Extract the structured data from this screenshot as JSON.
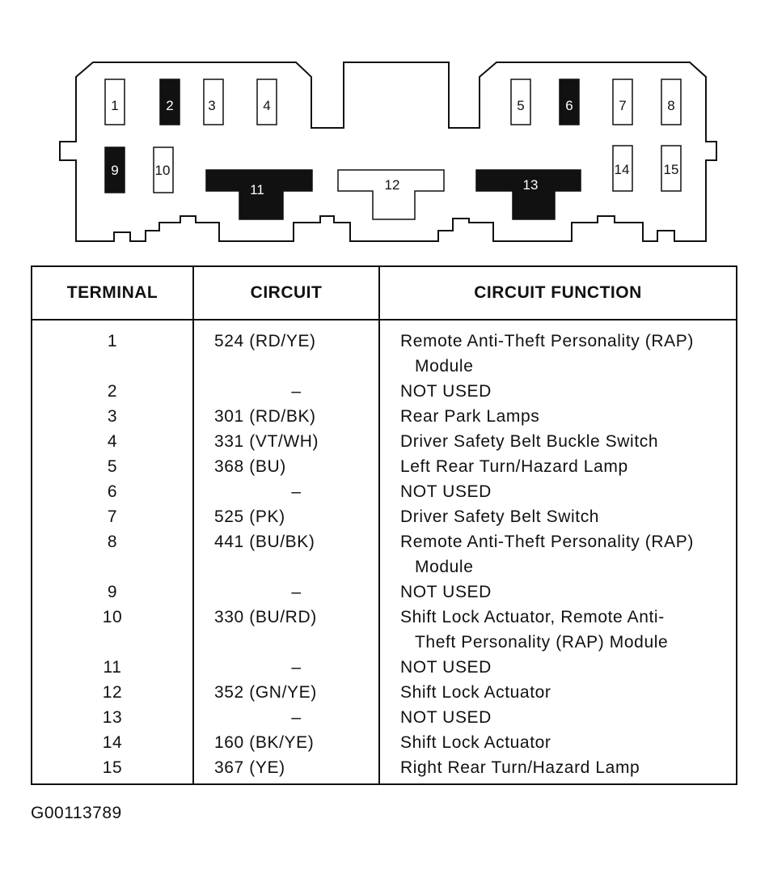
{
  "connector": {
    "pins": [
      {
        "label": "1",
        "filled": false
      },
      {
        "label": "2",
        "filled": true
      },
      {
        "label": "3",
        "filled": false
      },
      {
        "label": "4",
        "filled": false
      },
      {
        "label": "5",
        "filled": false
      },
      {
        "label": "6",
        "filled": true
      },
      {
        "label": "7",
        "filled": false
      },
      {
        "label": "8",
        "filled": false
      },
      {
        "label": "9",
        "filled": true
      },
      {
        "label": "10",
        "filled": false
      },
      {
        "label": "11",
        "filled": true
      },
      {
        "label": "12",
        "filled": false
      },
      {
        "label": "13",
        "filled": true
      },
      {
        "label": "14",
        "filled": false
      },
      {
        "label": "15",
        "filled": false
      }
    ]
  },
  "table": {
    "headers": {
      "terminal": "TERMINAL",
      "circuit": "CIRCUIT",
      "function": "CIRCUIT FUNCTION"
    },
    "rows": [
      {
        "terminal": "1",
        "circuit": "524 (RD/YE)",
        "function": "Remote Anti-Theft Personality (RAP)",
        "function_cont": "Module"
      },
      {
        "terminal": "2",
        "circuit": "–",
        "function": "NOT USED",
        "function_cont": ""
      },
      {
        "terminal": "3",
        "circuit": "301 (RD/BK)",
        "function": "Rear Park Lamps",
        "function_cont": ""
      },
      {
        "terminal": "4",
        "circuit": "331 (VT/WH)",
        "function": "Driver Safety Belt Buckle Switch",
        "function_cont": ""
      },
      {
        "terminal": "5",
        "circuit": "368 (BU)",
        "function": "Left Rear Turn/Hazard Lamp",
        "function_cont": ""
      },
      {
        "terminal": "6",
        "circuit": "–",
        "function": "NOT USED",
        "function_cont": ""
      },
      {
        "terminal": "7",
        "circuit": "525 (PK)",
        "function": "Driver Safety Belt Switch",
        "function_cont": ""
      },
      {
        "terminal": "8",
        "circuit": "441 (BU/BK)",
        "function": "Remote Anti-Theft Personality (RAP)",
        "function_cont": "Module"
      },
      {
        "terminal": "9",
        "circuit": "–",
        "function": "NOT USED",
        "function_cont": ""
      },
      {
        "terminal": "10",
        "circuit": "330 (BU/RD)",
        "function": "Shift Lock Actuator, Remote Anti-",
        "function_cont": "Theft Personality (RAP) Module"
      },
      {
        "terminal": "11",
        "circuit": "–",
        "function": "NOT USED",
        "function_cont": ""
      },
      {
        "terminal": "12",
        "circuit": "352 (GN/YE)",
        "function": "Shift Lock Actuator",
        "function_cont": ""
      },
      {
        "terminal": "13",
        "circuit": "–",
        "function": "NOT USED",
        "function_cont": ""
      },
      {
        "terminal": "14",
        "circuit": "160 (BK/YE)",
        "function": "Shift Lock Actuator",
        "function_cont": ""
      },
      {
        "terminal": "15",
        "circuit": "367 (YE)",
        "function": "Right Rear Turn/Hazard Lamp",
        "function_cont": ""
      }
    ]
  },
  "figure_id": "G00113789"
}
